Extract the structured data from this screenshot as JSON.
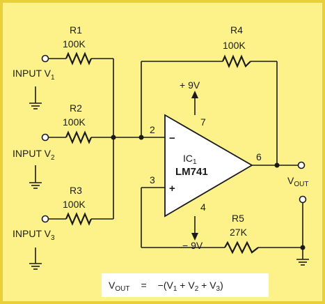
{
  "colors": {
    "background": "#fdf28a",
    "panel_border": "#e9cf3a",
    "op_amp_fill": "#ffffff",
    "formula_fill": "#ffffff",
    "ink": "#1a1a1a"
  },
  "components": {
    "r1": {
      "name": "R1",
      "value": "100K"
    },
    "r2": {
      "name": "R2",
      "value": "100K"
    },
    "r3": {
      "name": "R3",
      "value": "100K"
    },
    "r4": {
      "name": "R4",
      "value": "100K"
    },
    "r5": {
      "name": "R5",
      "value": "27K"
    },
    "ic": {
      "name": "IC",
      "sub": "1",
      "part": "LM741"
    }
  },
  "inputs": [
    {
      "label": "INPUT V",
      "sub": "1"
    },
    {
      "label": "INPUT V",
      "sub": "2"
    },
    {
      "label": "INPUT V",
      "sub": "3"
    }
  ],
  "pins": {
    "inverting": "2",
    "non_inverting": "3",
    "output": "6",
    "v_plus": "7",
    "v_minus": "4",
    "minus_sign": "−",
    "plus_sign": "+"
  },
  "supply": {
    "positive": "+ 9V",
    "negative": "− 9V"
  },
  "output": {
    "label": "V",
    "sub": "OUT"
  },
  "formula": {
    "lhs": "V",
    "lhs_sub": "OUT",
    "eq": "=",
    "rhs_pre": "−(V",
    "s1": "1",
    "plus1": " + V",
    "s2": "2",
    "plus2": " + V",
    "s3": "3",
    "rhs_post": ")"
  }
}
